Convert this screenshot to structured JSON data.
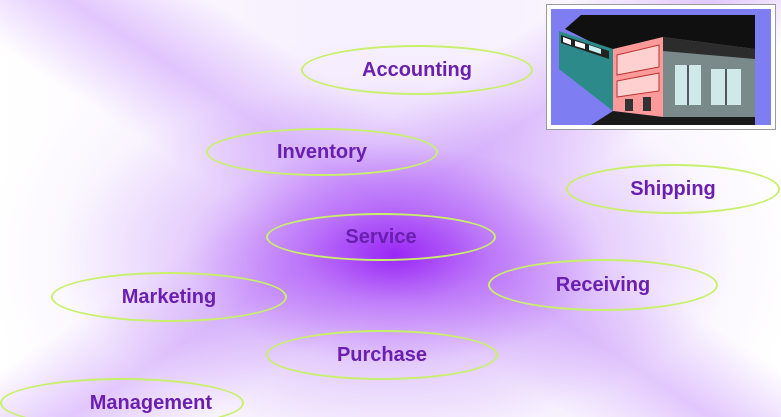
{
  "diagram": {
    "nodes": {
      "accounting": "Accounting",
      "inventory": "Inventory",
      "shipping": "Shipping",
      "service": "Service",
      "receiving": "Receiving",
      "marketing": "Marketing",
      "purchase": "Purchase",
      "management": "Management"
    },
    "image": "building-clipart",
    "colors": {
      "label": "#6a1fb0",
      "bubble_border": "#c8f06a",
      "glow": "#9620f5"
    }
  }
}
